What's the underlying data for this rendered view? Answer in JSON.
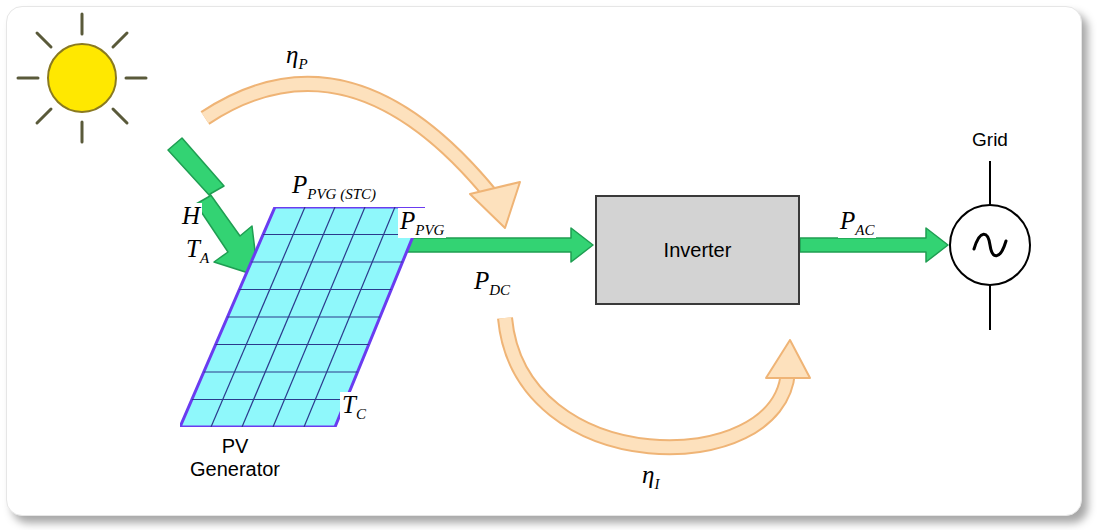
{
  "diagram": {
    "nodes": [
      {
        "text": [
          "PV Generator"
        ]
      },
      {
        "text": [
          "Inverter"
        ]
      },
      {
        "text": [
          "Grid"
        ]
      }
    ],
    "edges": [
      {
        "from": 0,
        "to": 1,
        "arrow": "to",
        "label": "PPVG"
      },
      {
        "from": 1,
        "to": 2,
        "arrow": "to",
        "label": "PAC"
      }
    ],
    "labels": [
      "ηP",
      "PPVG (STC)",
      "H",
      "TA",
      "TC",
      "PDC",
      "ηI"
    ]
  }
}
